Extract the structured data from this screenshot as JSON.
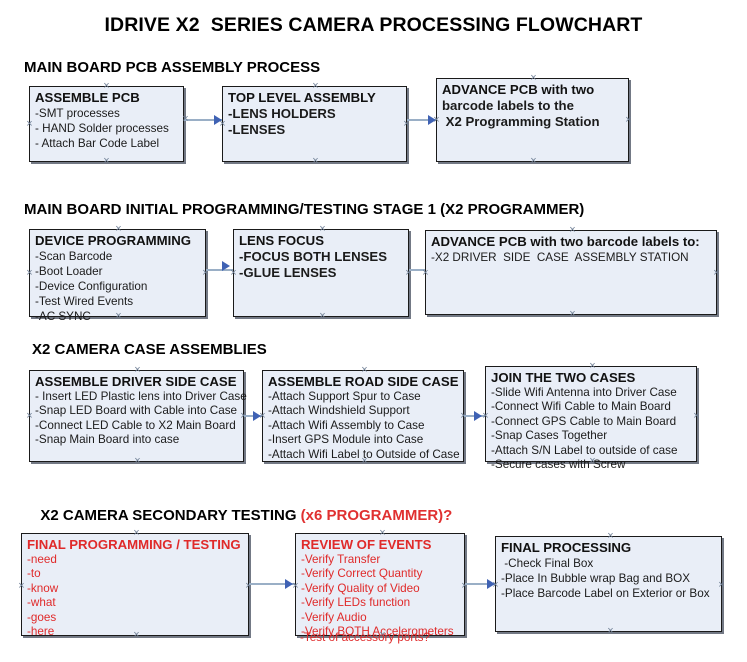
{
  "title": "IDRIVE X2  SERIES CAMERA PROCESSING FLOWCHART",
  "sections": [
    {
      "id": "main-board-pcb-assembly",
      "header": "MAIN BOARD PCB ASSEMBLY PROCESS",
      "header_accent": "",
      "boxes": [
        {
          "id": "assemble-pcb",
          "title": "ASSEMBLE PCB",
          "lines": [
            "-SMT processes",
            "- HAND Solder processes",
            "- Attach Bar Code Label"
          ]
        },
        {
          "id": "top-level-assembly",
          "title": "TOP LEVEL ASSEMBLY",
          "lines": [
            "-LENS HOLDERS",
            "-LENSES"
          ]
        },
        {
          "id": "advance-pcb-to-x2-programming-station",
          "title": "ADVANCE PCB with two",
          "lines": [
            "barcode labels to the",
            " X2 Programming Station"
          ]
        }
      ]
    },
    {
      "id": "main-board-initial-programming",
      "header": "MAIN BOARD INITIAL PROGRAMMING/TESTING STAGE 1 (X2 PROGRAMMER)",
      "header_accent": "",
      "boxes": [
        {
          "id": "device-programming",
          "title": "DEVICE PROGRAMMING",
          "lines": [
            "-Scan Barcode",
            "-Boot Loader",
            "-Device Configuration",
            "-Test Wired Events",
            "-AC SYNC"
          ]
        },
        {
          "id": "lens-focus",
          "title": "LENS FOCUS",
          "lines": [
            "-FOCUS BOTH LENSES",
            "-GLUE LENSES"
          ]
        },
        {
          "id": "advance-pcb-to-driver-side-case-assembly",
          "title": "ADVANCE PCB with two barcode labels to:",
          "lines": [
            "-X2 DRIVER  SIDE  CASE  ASSEMBLY STATION"
          ]
        }
      ]
    },
    {
      "id": "x2-camera-case-assemblies",
      "header": "X2 CAMERA CASE ASSEMBLIES",
      "header_accent": "",
      "boxes": [
        {
          "id": "assemble-driver-side-case",
          "title": "ASSEMBLE DRIVER SIDE CASE",
          "lines": [
            "- Insert LED Plastic lens into Driver Case",
            "-Snap LED Board with Cable into Case",
            "-Connect LED Cable to X2 Main Board",
            "-Snap Main Board into case"
          ]
        },
        {
          "id": "assemble-road-side-case",
          "title": "ASSEMBLE ROAD SIDE CASE",
          "lines": [
            "-Attach Support Spur to Case",
            "-Attach Windshield Support",
            "-Attach Wifi Assembly to Case",
            "-Insert GPS Module into Case",
            "-Attach Wifi Label to Outside of Case"
          ]
        },
        {
          "id": "join-the-two-cases",
          "title": "JOIN THE TWO CASES",
          "lines": [
            "-Slide Wifi Antenna into Driver Case",
            "-Connect Wifi Cable to Main Board",
            "-Connect GPS Cable to Main Board",
            "-Snap Cases Together",
            "-Attach S/N Label to outside of case",
            "-Secure cases with Screw"
          ]
        }
      ]
    },
    {
      "id": "x2-camera-secondary-testing",
      "header": "X2 CAMERA SECONDARY TESTING ",
      "header_accent": "(x6 PROGRAMMER)?",
      "boxes": [
        {
          "id": "final-programming-testing",
          "title": "FINAL PROGRAMMING / TESTING",
          "lines": [
            "-need",
            "-to",
            "-know",
            "-what",
            "-goes",
            "-here"
          ]
        },
        {
          "id": "review-of-events",
          "title": "REVIEW OF EVENTS",
          "lines": [
            "-Verify Transfer",
            "-Verify Correct Quantity",
            "-Verify Quality of Video",
            "-Verify LEDs function",
            "-Verify Audio",
            "-Verify BOTH Accelerometers"
          ],
          "overflow_line": "-Test of accessory ports?"
        },
        {
          "id": "final-processing",
          "title": "FINAL PROCESSING",
          "lines": [
            " -Check Final Box",
            "-Place In Bubble wrap Bag and BOX",
            "-Place Barcode Label on Exterior or Box"
          ]
        }
      ]
    }
  ],
  "colors": {
    "box_fill": "#e9eef7",
    "box_border": "#1a1a1a",
    "connector": "#9aafc6",
    "arrow": "#3f62b4",
    "accent_red": "#e02a2a",
    "text": "#111111"
  }
}
